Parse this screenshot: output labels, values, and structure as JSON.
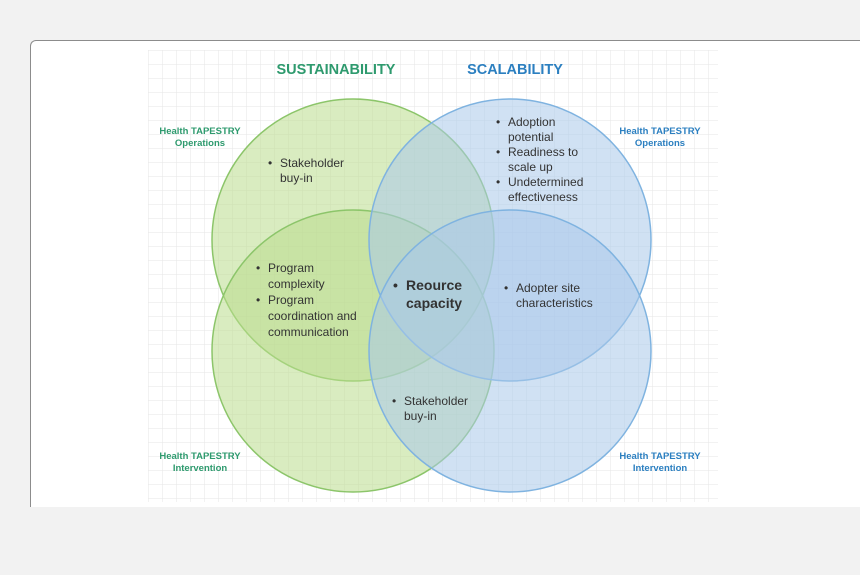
{
  "diagram": {
    "headings": {
      "sustainability": "SUSTAINABILITY",
      "scalability": "SCALABILITY"
    },
    "corner_labels": {
      "top_left": [
        "Health TAPESTRY",
        "Operations"
      ],
      "top_right": [
        "Health TAPESTRY",
        "Operations"
      ],
      "bottom_left": [
        "Health TAPESTRY",
        "Intervention"
      ],
      "bottom_right": [
        "Health TAPESTRY",
        "Intervention"
      ]
    },
    "regions": {
      "sustainability_operations": [
        [
          "Stakeholder",
          "buy-in"
        ]
      ],
      "scalability_operations": [
        [
          "Adoption",
          "potential"
        ],
        [
          "Readiness to",
          "scale up"
        ],
        [
          "Undetermined",
          "effectiveness"
        ]
      ],
      "sustainability_intervention": [
        [
          "Program",
          "complexity"
        ],
        [
          "Program",
          "coordination and",
          "communication"
        ]
      ],
      "center": [
        [
          "Reource",
          "capacity"
        ]
      ],
      "scalability_intervention": [
        [
          "Adopter site",
          "characteristics"
        ]
      ],
      "bottom_overlap": [
        [
          "Stakeholder",
          "buy-in"
        ]
      ]
    },
    "colors": {
      "green_fill": "#b9dc8c",
      "green_stroke": "#8cc56a",
      "blue_fill": "#a9c9ea",
      "blue_stroke": "#7fb3e0",
      "green_heading": "#2e9a6e",
      "blue_heading": "#2b7fc0",
      "text": "#333333"
    }
  }
}
